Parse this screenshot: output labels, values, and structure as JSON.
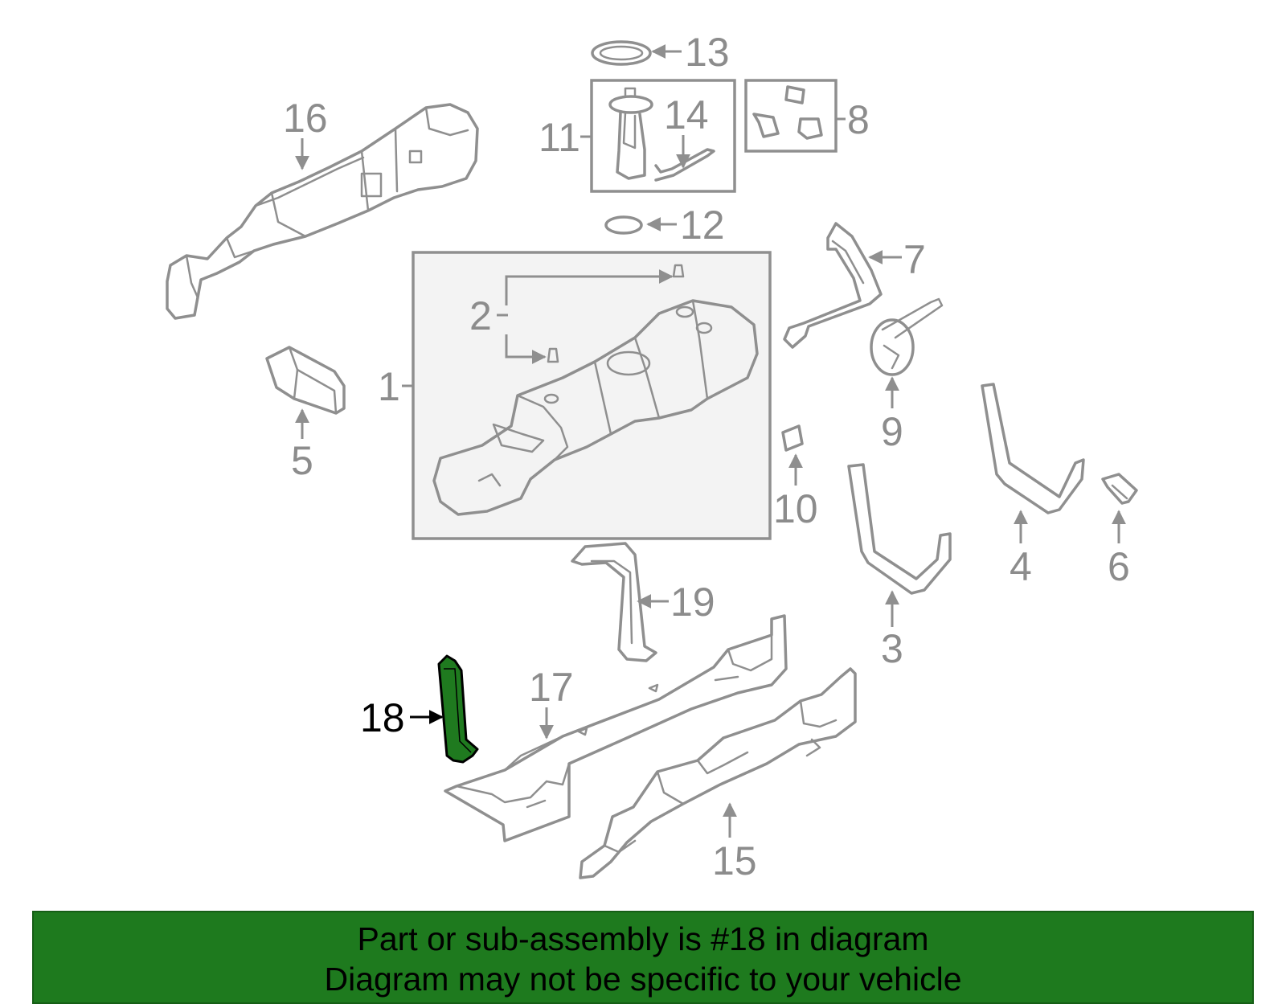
{
  "callouts": {
    "c1": "1",
    "c2": "2",
    "c3": "3",
    "c4": "4",
    "c5": "5",
    "c6": "6",
    "c7": "7",
    "c8": "8",
    "c9": "9",
    "c10": "10",
    "c11": "11",
    "c12": "12",
    "c13": "13",
    "c14": "14",
    "c15": "15",
    "c16": "16",
    "c17": "17",
    "c18": "18",
    "c19": "19"
  },
  "highlighted_part": "18",
  "colors": {
    "highlight_fill": "#1f7a1f",
    "banner_background": "#1e7a1e",
    "line_gray": "#8f8f8f",
    "label_gray": "#8c8c8c"
  },
  "banner": {
    "line1": "Part or sub-assembly is #18 in diagram",
    "line2": "Diagram may not be specific to your vehicle"
  }
}
